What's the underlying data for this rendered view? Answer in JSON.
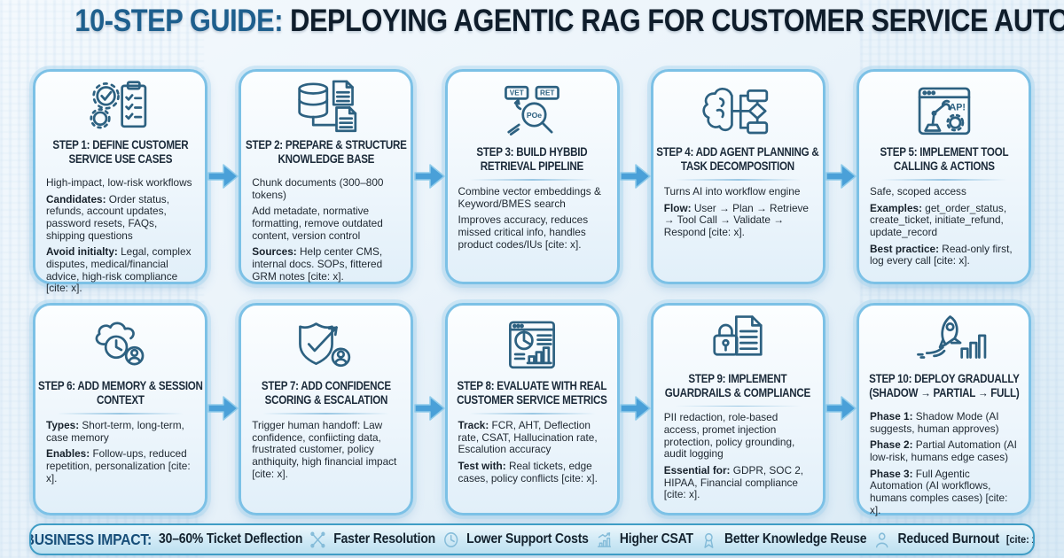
{
  "title": {
    "prefix": "10-STEP GUIDE:",
    "rest": " DEPLOYING AGENTIC RAG FOR CUSTOMER SERVICE AUTOMATION"
  },
  "cards": [
    {
      "icon": "gears-checklist-icon",
      "heading": "STEP 1: DEFINE CUSTOMER SERVICE USE CASES",
      "body": [
        [
          {
            "t": "High-impact, low-risk workflows"
          }
        ],
        [
          {
            "b": true,
            "t": "Candidates:"
          },
          {
            "t": " Order status, refunds, account updates, password resets, FAQs, shipping questions"
          }
        ],
        [
          {
            "b": true,
            "t": "Avoid initialty:"
          },
          {
            "t": " Legal, complex disputes, medical/financial advice, high-risk compliance [cite: x]."
          }
        ]
      ]
    },
    {
      "icon": "database-documents-icon",
      "heading": "STEP 2: PREPARE & STRUCTURE KNOWLEDGE BASE",
      "body": [
        [
          {
            "t": "Chunk documents (300–800 tokens)"
          }
        ],
        [
          {
            "t": "Add metadate, normative formatting, remove outdated content, version control"
          }
        ],
        [
          {
            "b": true,
            "t": "Sources:"
          },
          {
            "t": " Help center CMS, internal docs. SOPs, fittered GRM notes [cite: x]."
          }
        ]
      ]
    },
    {
      "icon": "hybrid-search-icon",
      "icon_text": [
        "VET",
        "RET",
        "POe"
      ],
      "heading": "STEP 3: BUILD HYBBID RETRIEVAL PIPELINE",
      "body": [
        [
          {
            "t": "Combine vector embeddings & Keyword/BMES search"
          }
        ],
        [
          {
            "t": "Improves accuracy, reduces missed critical info, handles product codes/IUs [cite: x]."
          }
        ]
      ]
    },
    {
      "icon": "brain-flowchart-icon",
      "heading": "STEP 4: ADD AGENT PLANNING & TASK DECOMPOSITION",
      "body": [
        [
          {
            "t": "Turns AI into workflow engine"
          }
        ],
        [
          {
            "b": true,
            "t": "Flow:"
          },
          {
            "t": " User → Plan → Retrieve → Tool Call → Validate → Respond [cite: x]."
          }
        ]
      ]
    },
    {
      "icon": "robot-arm-api-icon",
      "icon_text": [
        "AP!"
      ],
      "heading": "STEP 5: IMPLEMENT TOOL CALLING & ACTIONS",
      "body": [
        [
          {
            "t": "Safe, scoped access"
          }
        ],
        [
          {
            "b": true,
            "t": "Examples:"
          },
          {
            "t": " get_order_status, create_ticket, initiate_refund, update_record"
          }
        ],
        [
          {
            "b": true,
            "t": "Best practice:"
          },
          {
            "t": " Read-only first, log every call [cite: x]."
          }
        ]
      ]
    },
    {
      "icon": "cloud-clock-user-icon",
      "heading": "STEP 6: ADD MEMORY & SESSION CONTEXT",
      "body": [
        [
          {
            "b": true,
            "t": "Types:"
          },
          {
            "t": " Short-term, long-term, case memory"
          }
        ],
        [
          {
            "b": true,
            "t": "Enables:"
          },
          {
            "t": " Follow-ups, reduced repetition, personalization [cite: x]."
          }
        ]
      ]
    },
    {
      "icon": "shield-check-escalation-icon",
      "heading": "STEP 7: ADD CONFIDENCE SCORING & ESCALATION",
      "body": [
        [
          {
            "t": "Trigger human handoff: Law confidence, confiicting data, frustrated customer, policy anthiquity, high financial impact [cite: x]."
          }
        ]
      ]
    },
    {
      "icon": "metrics-dashboard-icon",
      "heading": "STEP 8: EVALUATE WITH REAL CUSTOMER SERVICE METRICS",
      "body": [
        [
          {
            "b": true,
            "t": "Track:"
          },
          {
            "t": " FCR, AHT, Deflection rate, CSAT, Hallucination rate, Escalution accuracy"
          }
        ],
        [
          {
            "b": true,
            "t": "Test with:"
          },
          {
            "t": " Real tickets, edge cases, policy conflicts [cite: x]."
          }
        ]
      ]
    },
    {
      "icon": "lock-document-icon",
      "heading": "STEP 9: IMPLEMENT GUARDRAILS & COMPLIANCE",
      "body": [
        [
          {
            "t": "PII redaction, role-based access, promet injection protection, policy grounding, audit logging"
          }
        ],
        [
          {
            "b": true,
            "t": "Essential for:"
          },
          {
            "t": " GDPR, SOC 2, HIPAA, Financial compliance [cite: x]."
          }
        ]
      ]
    },
    {
      "icon": "rocket-growth-icon",
      "heading": "STEP 10: DEPLOY GRADUALLY (SHADOW → PARTIAL → FULL)",
      "body": [
        [
          {
            "b": true,
            "t": "Phase 1:"
          },
          {
            "t": " Shadow Mode (AI suggests, human approves)"
          }
        ],
        [
          {
            "b": true,
            "t": "Phase 2:"
          },
          {
            "t": " Partial Automation (AI low-risk, humans edge cases)"
          }
        ],
        [
          {
            "b": true,
            "t": "Phase 3:"
          },
          {
            "t": " Full Agentic Automation (AI workflows, humans comples cases) [cite: x]."
          }
        ]
      ]
    }
  ],
  "footer": {
    "label": "BUSINESS IMPACT:",
    "items": [
      {
        "text": "30–60% Ticket Deflection",
        "icon": "crossed-tools-icon"
      },
      {
        "text": "Faster Resolution",
        "icon": "clock-icon"
      },
      {
        "text": "Lower Support Costs",
        "icon": "growth-chart-icon"
      },
      {
        "text": "Higher CSAT",
        "icon": "award-ribbon-icon"
      },
      {
        "text": "Better Knowledge Reuse",
        "icon": "person-icon"
      },
      {
        "text": "Reduced Burnout",
        "icon": null
      }
    ],
    "cite": "[cite: x]"
  },
  "colors": {
    "title_accent": "#1e5f8d",
    "title_main": "#0f1d2b",
    "card_border": "#7cc1e6",
    "icon_stroke": "#2d6181",
    "arrow": "#4aa0d8",
    "footer_border": "#3f9dc5"
  }
}
